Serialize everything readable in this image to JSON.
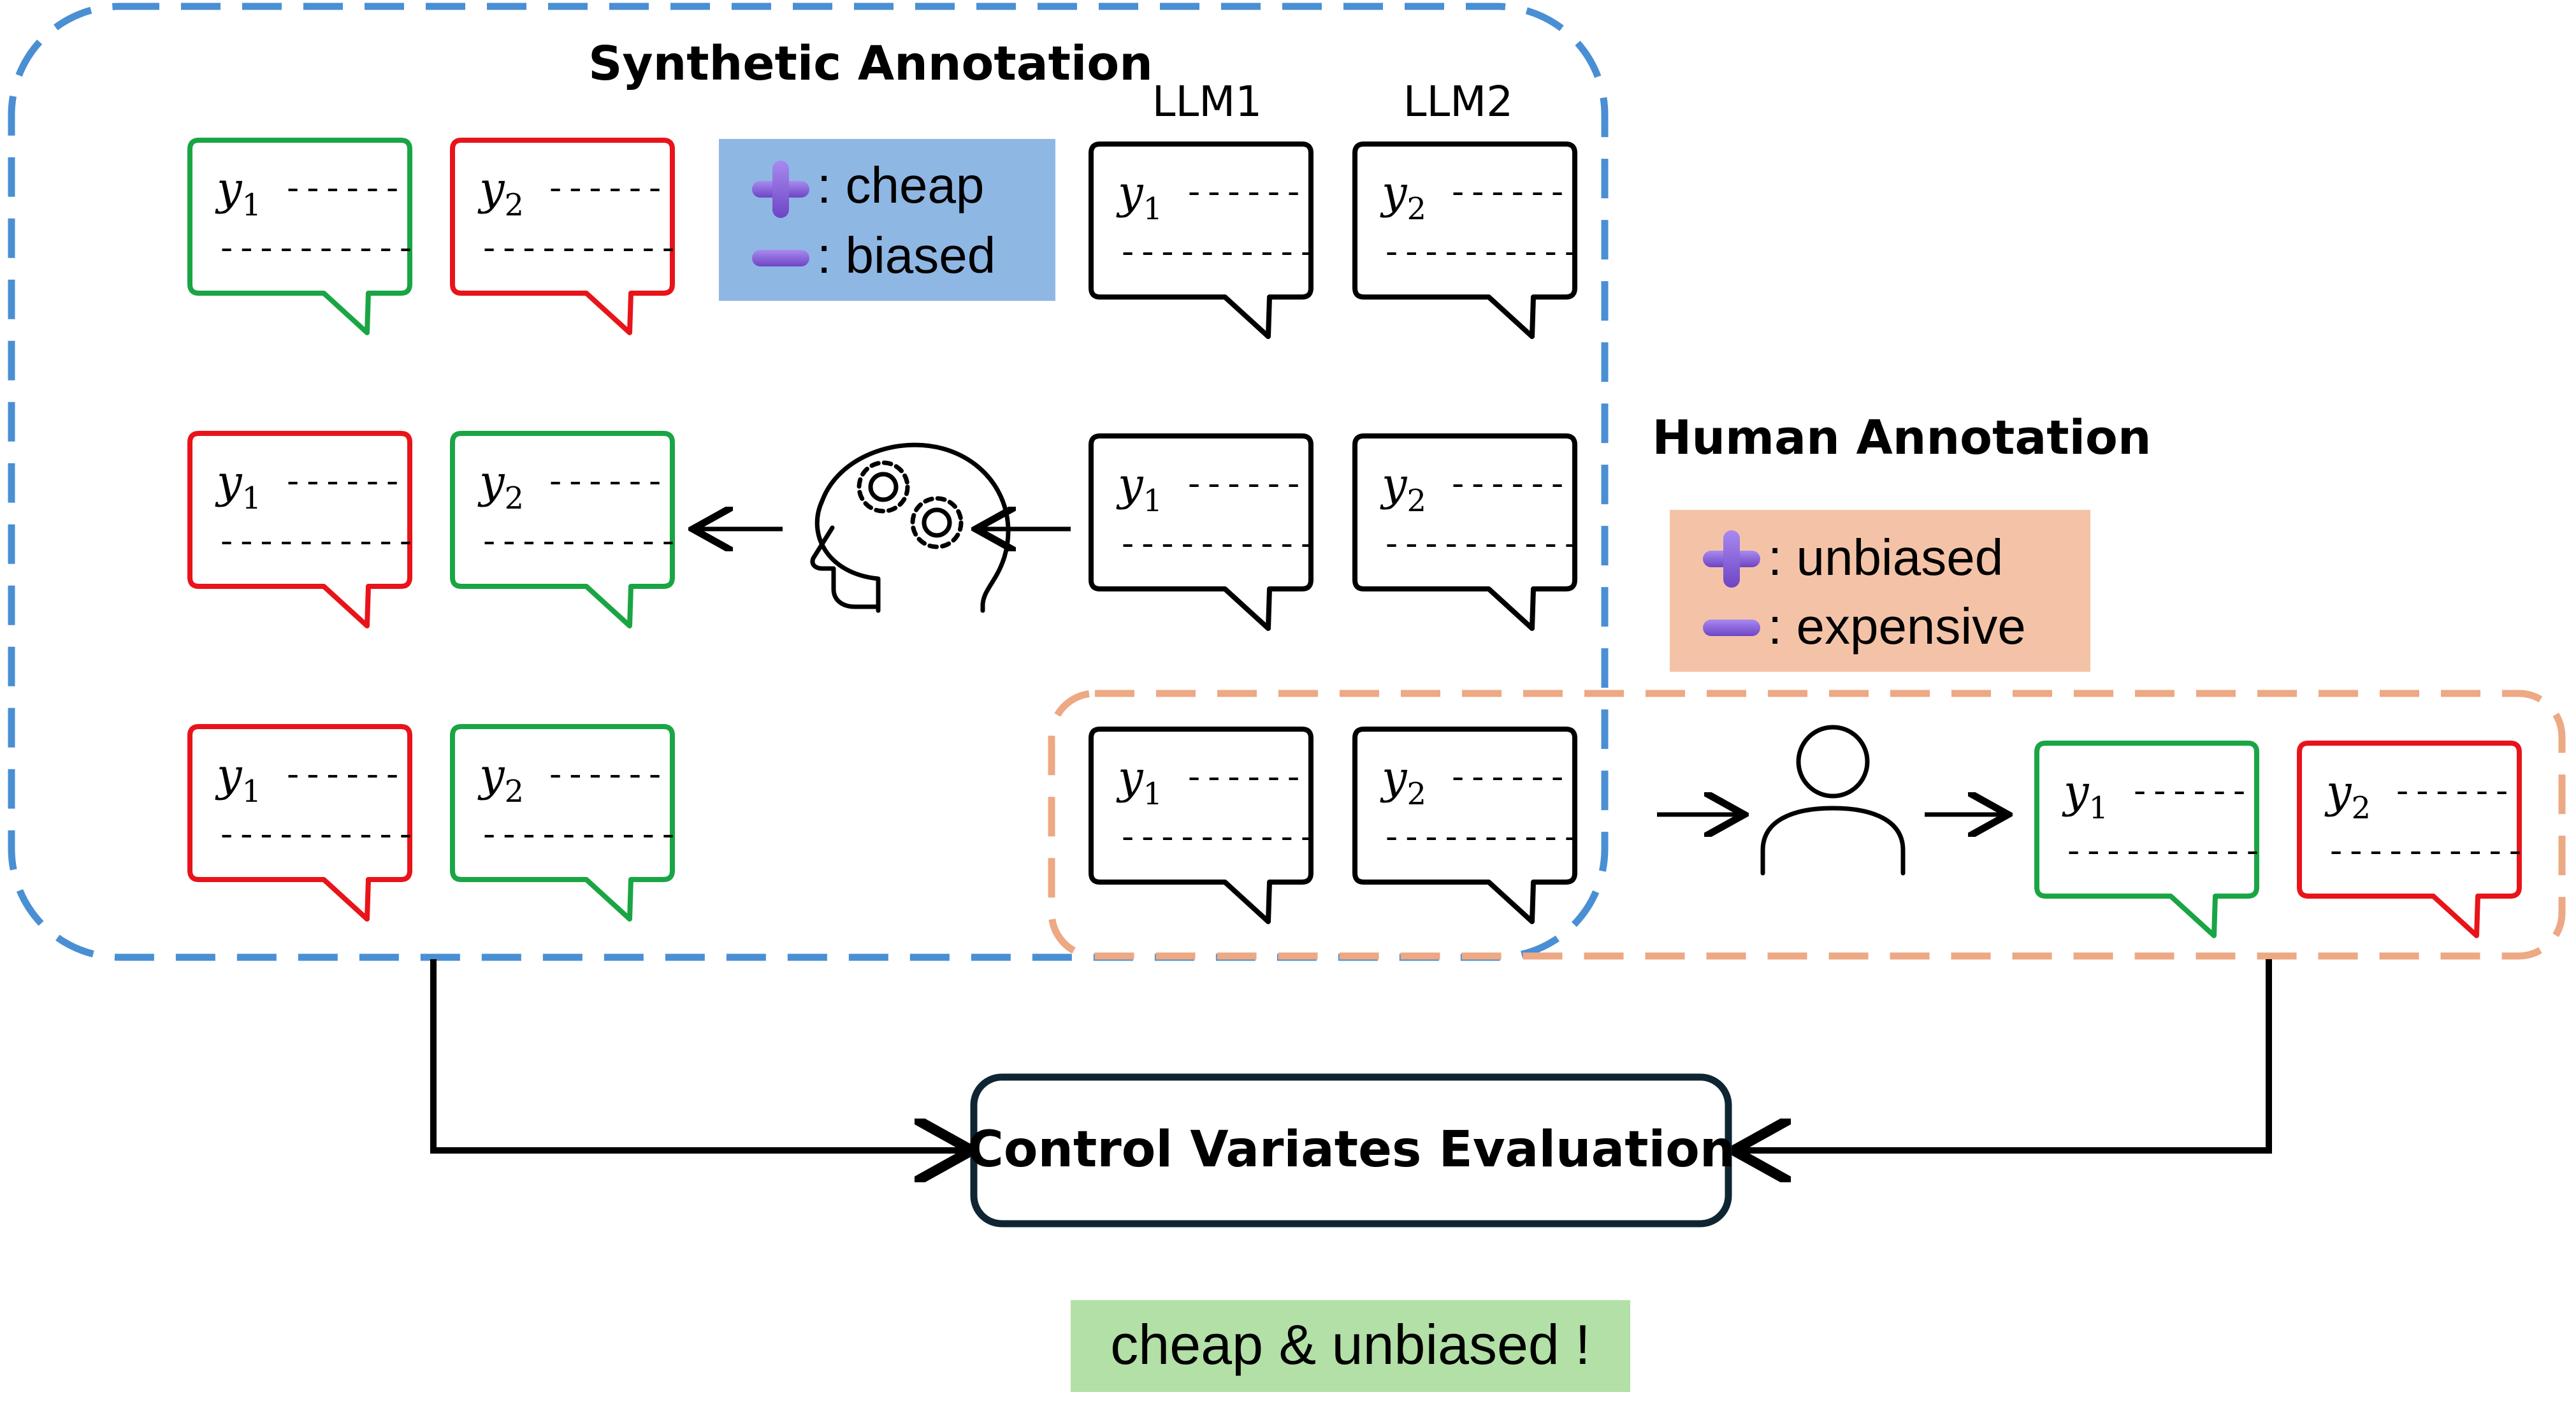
{
  "synthetic": {
    "title": "Synthetic Annotation",
    "llm1_label": "LLM1",
    "llm2_label": "LLM2",
    "plus_text": ": cheap",
    "minus_text": ": biased",
    "legend_color": "#8fb7e3",
    "border_color": "#4a8fd3"
  },
  "human": {
    "title": "Human Annotation",
    "plus_text": ": unbiased",
    "minus_text": ": expensive",
    "legend_color": "#f4c3a7",
    "border_color": "#eda884"
  },
  "evaluation": {
    "label": "Control Variates Evaluation",
    "border_color": "#0f2533"
  },
  "result": {
    "label": "cheap & unbiased !",
    "color": "#b2e0a6"
  },
  "bubble": {
    "var": "y",
    "dash_short": "------",
    "dash_long": "----------"
  },
  "colors": {
    "preferred": "#1aa544",
    "rejected": "#e8141a",
    "neutral": "#000000",
    "icon_purple": "#8a5fd6"
  },
  "icons": {
    "plus": "plus-icon",
    "minus": "minus-icon",
    "ai_judge": "head-gears-icon",
    "human": "person-icon"
  }
}
